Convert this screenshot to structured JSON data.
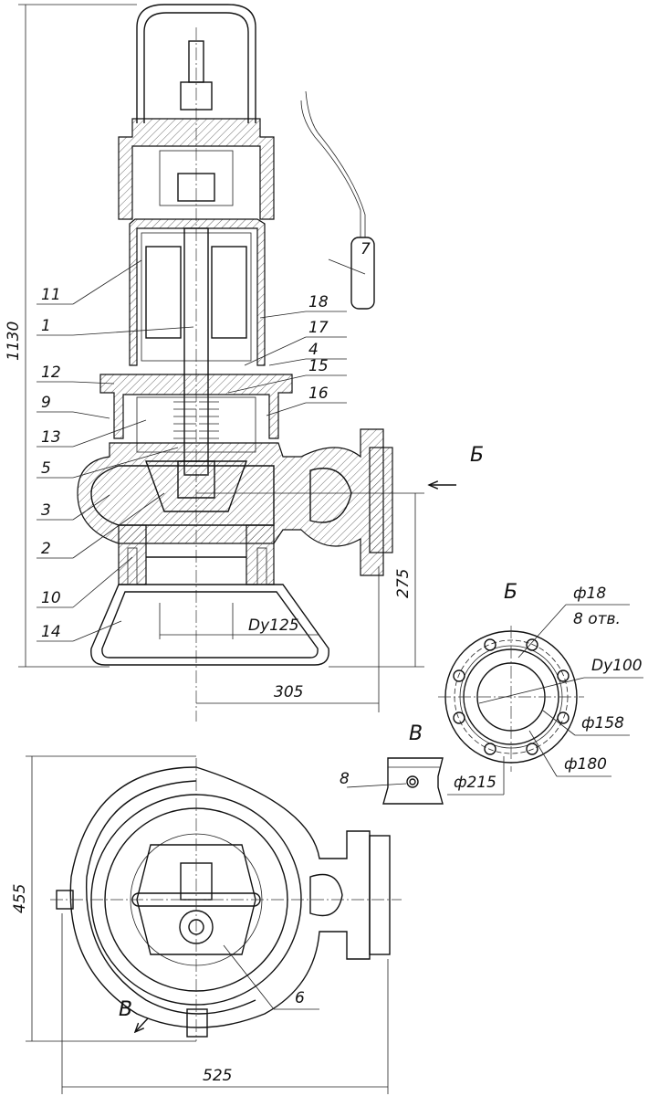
{
  "drawing": {
    "title": "Submersible pump assembly drawing",
    "part_callouts": [
      "11",
      "1",
      "12",
      "9",
      "13",
      "5",
      "3",
      "2",
      "10",
      "14",
      "18",
      "17",
      "4",
      "15",
      "16",
      "7",
      "6",
      "8"
    ],
    "view_labels": {
      "flange_view": "Б",
      "flange_arrow": "Б",
      "detail_view": "В",
      "detail_arrow": "В"
    },
    "dimensions": {
      "overall_height": "1130",
      "outlet_height": "275",
      "outlet_offset": "305",
      "plan_depth": "455",
      "plan_width": "525",
      "base_nominal": "Dy125"
    },
    "flange": {
      "hole_diameter": "ф18",
      "hole_count": "8 отв.",
      "nominal": "Dy100",
      "d1": "ф158",
      "d2": "ф180",
      "d3": "ф215"
    }
  }
}
